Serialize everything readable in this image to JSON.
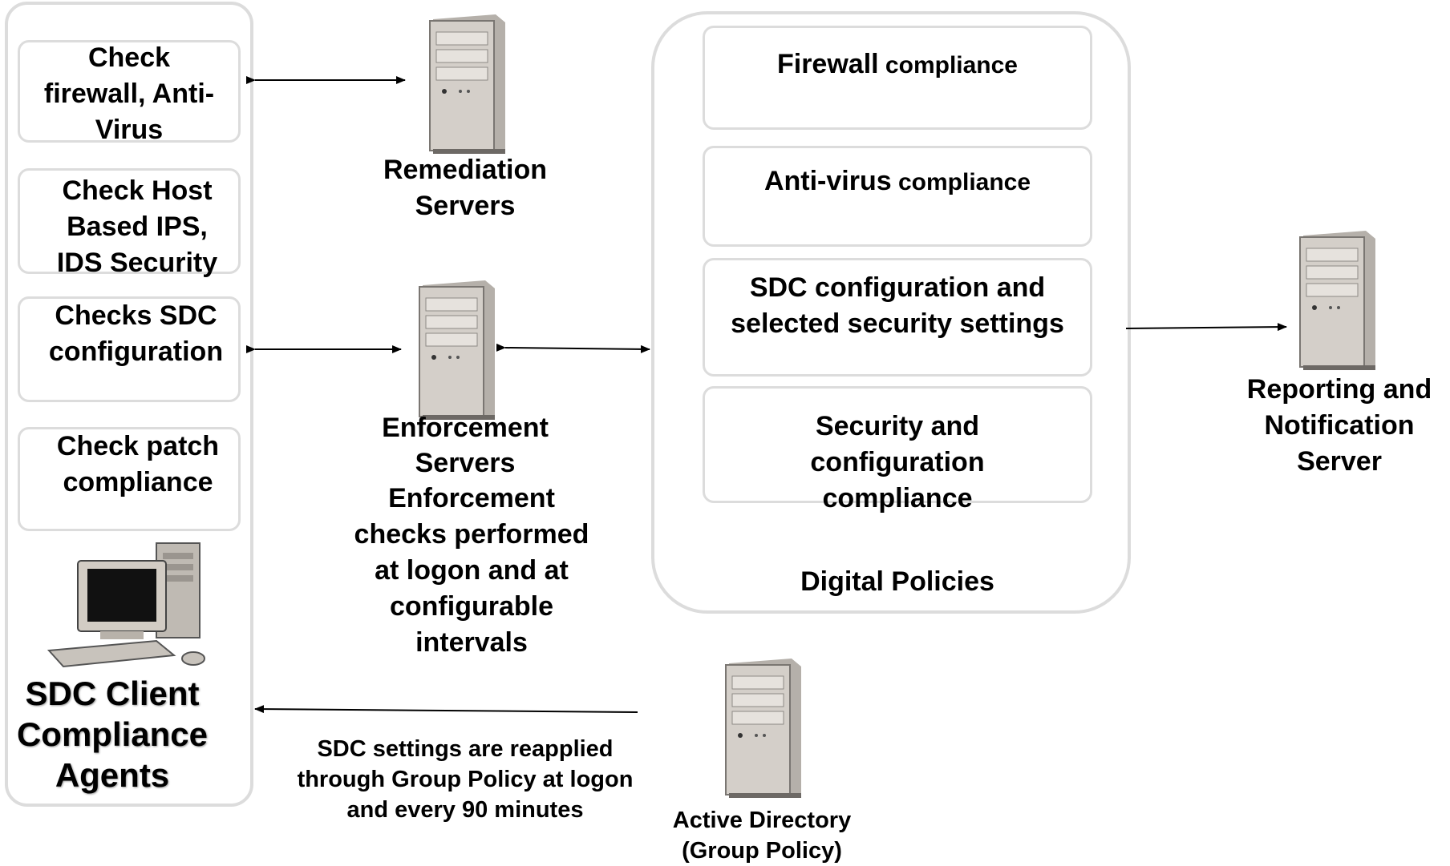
{
  "client_checks": [
    {
      "lines": [
        "Check",
        "firewall, Anti-",
        "Virus"
      ]
    },
    {
      "lines": [
        "Check Host",
        "Based IPS,",
        "IDS Security"
      ]
    },
    {
      "lines": [
        "Checks SDC",
        "configuration"
      ]
    },
    {
      "lines": [
        "Check patch",
        "compliance"
      ]
    }
  ],
  "client_label": [
    "SDC Client",
    "Compliance",
    "Agents"
  ],
  "remediation_label": [
    "Remediation",
    "Servers"
  ],
  "enforcement_label": [
    "Enforcement",
    "Servers"
  ],
  "enforcement_note": [
    "Enforcement",
    "checks performed",
    "at logon and at",
    "configurable",
    "intervals"
  ],
  "policies": [
    {
      "main": "Firewall",
      "suffix": " compliance"
    },
    {
      "main": "Anti-virus",
      "suffix": " compliance"
    },
    {
      "lines": [
        "SDC configuration and",
        "selected security settings"
      ]
    },
    {
      "lines": [
        "Security and",
        "configuration",
        "compliance"
      ]
    }
  ],
  "policies_label": "Digital Policies",
  "reporting_label": [
    "Reporting and",
    "Notification",
    "Server"
  ],
  "gp_note": [
    "SDC settings are reapplied",
    "through Group Policy at logon",
    "and every 90 minutes"
  ],
  "ad_label": [
    "Active Directory",
    "(Group Policy)"
  ],
  "colors": {
    "panel_border": "#dcdcdc",
    "server_body": "#cfcac4",
    "text": "#000000"
  }
}
